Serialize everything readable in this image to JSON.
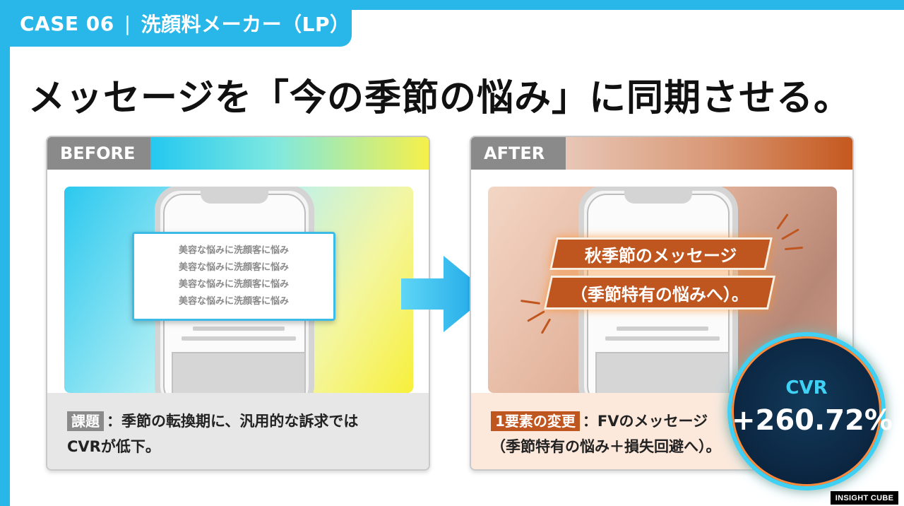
{
  "case": {
    "number": "CASE 06",
    "separator": "|",
    "subject": "洗顔料メーカー（LP）"
  },
  "headline": "メッセージを「今の季節の悩み」に同期させる。",
  "before": {
    "label": "BEFORE",
    "card_lines": [
      "美容な悩みに洗顔客に悩み",
      "美容な悩みに洗顔客に悩み",
      "美容な悩みに洗顔客に悩み",
      "美容な悩みに洗顔客に悩み"
    ],
    "tag": "課題",
    "caption_line1": "：季節の転換期に、汎用的な訴求では",
    "caption_line2": "CVRが低下。"
  },
  "after": {
    "label": "AFTER",
    "callout_1": "秋季節のメッセージ",
    "callout_2": "（季節特有の悩みへ）。",
    "tag": "1要素の変更",
    "caption_line1": "：FVのメッセージ",
    "caption_line2": "（季節特有の悩み＋損失回避へ）。"
  },
  "result": {
    "metric": "CVR",
    "value": "+260.72%"
  },
  "brand": "INSIGHT CUBE",
  "colors": {
    "accent_blue": "#29b6e8",
    "accent_orange": "#c0561f",
    "badge_bg": "#0b2540"
  },
  "icons": {
    "arrow": "arrow-right-icon"
  }
}
